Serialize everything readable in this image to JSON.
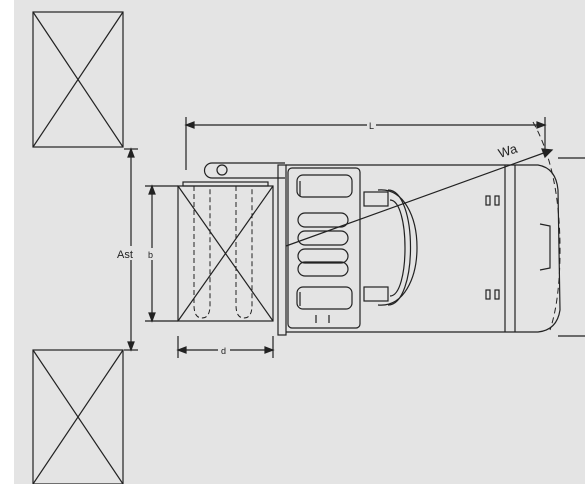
{
  "diagram": {
    "labels": {
      "length": "L",
      "turning_radius": "Wa",
      "aisle_width": "Ast",
      "load_width": "b",
      "load_depth": "d"
    },
    "colors": {
      "background": "#e4e4e4",
      "line": "#222222",
      "margin": "#ffffff"
    }
  }
}
